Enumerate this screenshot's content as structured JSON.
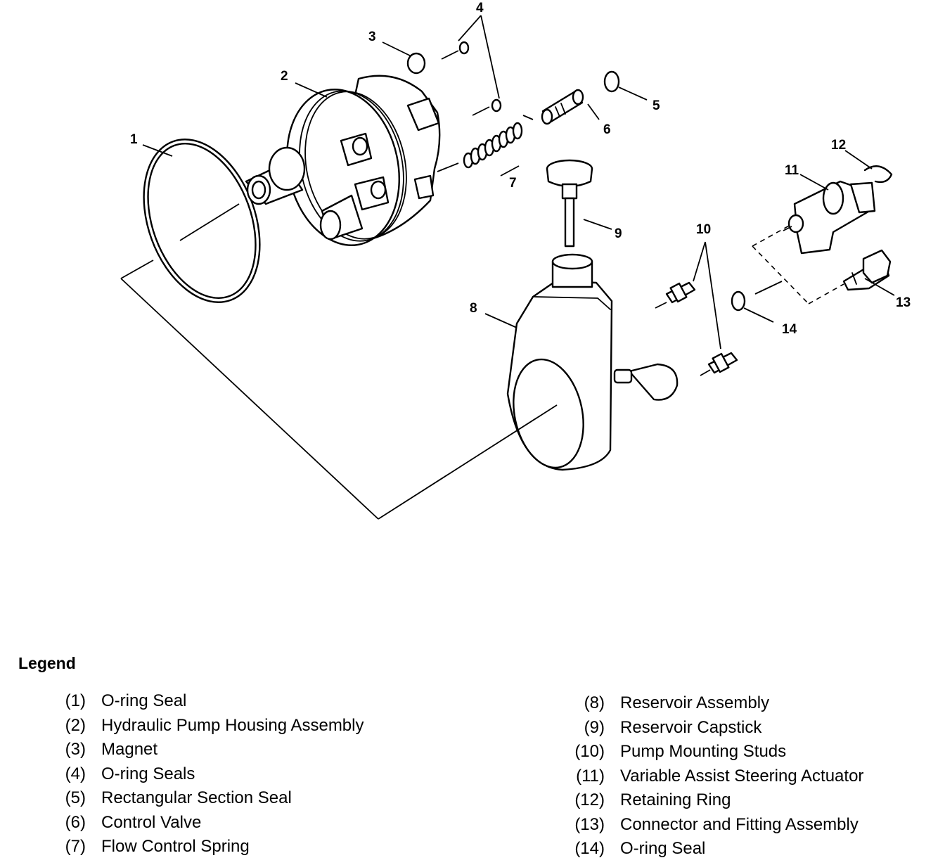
{
  "callouts": {
    "c1": "1",
    "c2": "2",
    "c3": "3",
    "c4": "4",
    "c5": "5",
    "c6": "6",
    "c7": "7",
    "c8": "8",
    "c9": "9",
    "c10": "10",
    "c11": "11",
    "c12": "12",
    "c13": "13",
    "c14": "14"
  },
  "legend": {
    "title": "Legend",
    "left": [
      {
        "num": "(1)",
        "label": "O-ring Seal"
      },
      {
        "num": "(2)",
        "label": "Hydraulic Pump Housing Assembly"
      },
      {
        "num": "(3)",
        "label": "Magnet"
      },
      {
        "num": "(4)",
        "label": "O-ring Seals"
      },
      {
        "num": "(5)",
        "label": "Rectangular Section Seal"
      },
      {
        "num": "(6)",
        "label": "Control Valve"
      },
      {
        "num": "(7)",
        "label": "Flow Control Spring"
      }
    ],
    "right": [
      {
        "num": "(8)",
        "label": "Reservoir Assembly"
      },
      {
        "num": "(9)",
        "label": "Reservoir Capstick"
      },
      {
        "num": "(10)",
        "label": "Pump Mounting Studs"
      },
      {
        "num": "(11)",
        "label": "Variable Assist Steering Actuator"
      },
      {
        "num": "(12)",
        "label": "Retaining Ring"
      },
      {
        "num": "(13)",
        "label": "Connector and Fitting Assembly"
      },
      {
        "num": "(14)",
        "label": "O-ring Seal"
      }
    ]
  }
}
